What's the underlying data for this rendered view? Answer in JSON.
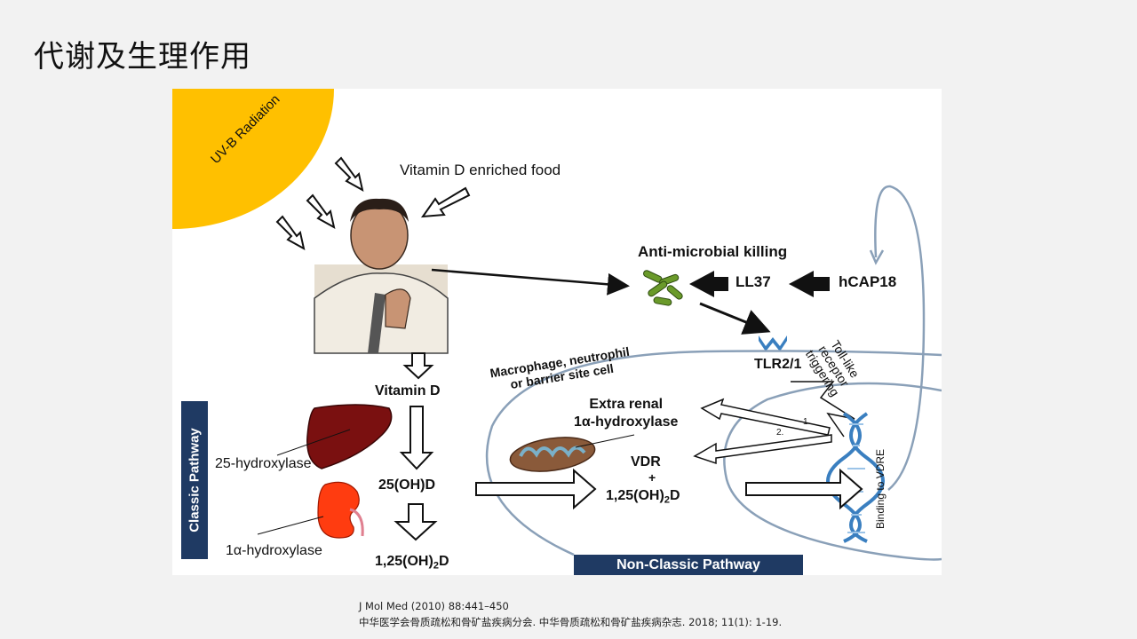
{
  "title": "代谢及生理作用",
  "diagram": {
    "sun_label": "UV-B Radiation",
    "food_label": "Vitamin D enriched food",
    "antimicrobial_label": "Anti-microbial killing",
    "ll37_label": "LL37",
    "hcap18_label": "hCAP18",
    "cell_label_line1": "Macrophage, neutrophil",
    "cell_label_line2": "or barrier site cell",
    "tlr_label": "TLR2/1",
    "toll_line1": "Toll-like",
    "toll_line2": "receptor",
    "toll_line3": "triggering",
    "vitd_label": "Vitamin D",
    "hydroxy25_label": "25-hydroxylase",
    "oh25d_label": "25(OH)D",
    "hydroxy1a_label": "1α-hydroxylase",
    "oh125d_base": "1,25(OH)",
    "oh125d_sub": "2",
    "oh125d_tail": "D",
    "extra_line1": "Extra renal",
    "extra_line2": "1α-hydroxylase",
    "vdr_label": "VDR",
    "plus_label": "+",
    "vdre_label": "Binding to VDRE",
    "step1": "1.",
    "step2": "2.",
    "classic_label": "Classic Pathway",
    "nonclassic_label": "Non-Classic Pathway",
    "man_icon": "coughing-man-illustration",
    "bacteria_icon": "bacteria-illustration",
    "liver_icon": "liver-illustration",
    "kidney_icon": "kidney-illustration",
    "mito_icon": "mitochondrion-illustration",
    "dna_icon": "dna-helix-illustration",
    "colors": {
      "sun": "#ffc000",
      "pathway_tab": "#1f3a63",
      "cell_outline": "#8aa0b8",
      "liver": "#7a1010",
      "kidney": "#ff3c10",
      "dna": "#3a7fc0"
    }
  },
  "references": {
    "line1": "J Mol Med (2010) 88:441–450",
    "line2": "中华医学会骨质疏松和骨矿盐疾病分会. 中华骨质疏松和骨矿盐疾病杂志. 2018; 11(1): 1-19."
  }
}
